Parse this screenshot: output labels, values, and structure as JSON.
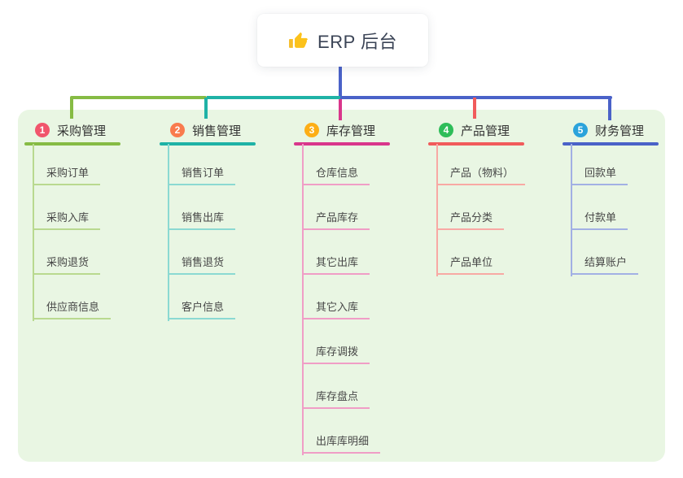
{
  "root": {
    "title": "ERP 后台",
    "icon": "thumbs-up"
  },
  "colors": {
    "panel_bg": "#e9f6e3",
    "root_connector": "#4a62c8",
    "branch_line_colors": [
      "#86bb44",
      "#1fb2a6",
      "#d9368b",
      "#f15b5b",
      "#4a62c8"
    ],
    "badge_colors": [
      "#f1556c",
      "#f97b4e",
      "#fdae16",
      "#2ebd59",
      "#2ba3db"
    ],
    "icon_color": "#f6be2b",
    "title_text": "#3b4456",
    "label_text": "#333333"
  },
  "branches": [
    {
      "num": "1",
      "label": "采购管理",
      "items": [
        {
          "label": "采购订单"
        },
        {
          "label": "采购入库"
        },
        {
          "label": "采购退货"
        },
        {
          "label": "供应商信息"
        }
      ]
    },
    {
      "num": "2",
      "label": "销售管理",
      "items": [
        {
          "label": "销售订单"
        },
        {
          "label": "销售出库"
        },
        {
          "label": "销售退货"
        },
        {
          "label": "客户信息"
        }
      ]
    },
    {
      "num": "3",
      "label": "库存管理",
      "items": [
        {
          "label": "仓库信息"
        },
        {
          "label": "产品库存"
        },
        {
          "label": "其它出库"
        },
        {
          "label": "其它入库"
        },
        {
          "label": "库存调拨"
        },
        {
          "label": "库存盘点"
        },
        {
          "label": "出库库明细"
        }
      ]
    },
    {
      "num": "4",
      "label": "产品管理",
      "items": [
        {
          "label": "产品（物料）"
        },
        {
          "label": "产品分类"
        },
        {
          "label": "产品单位"
        }
      ]
    },
    {
      "num": "5",
      "label": "财务管理",
      "items": [
        {
          "label": "回款单"
        },
        {
          "label": "付款单"
        },
        {
          "label": "结算账户"
        }
      ]
    }
  ]
}
